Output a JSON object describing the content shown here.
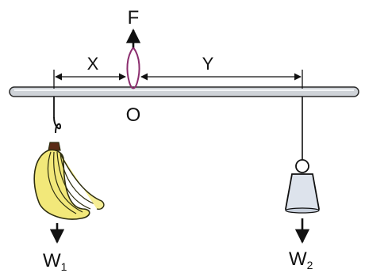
{
  "labels": {
    "force": "F",
    "fulcrum": "O",
    "left_distance": "X",
    "right_distance": "Y",
    "weight_left_base": "W",
    "weight_left_sub": "1",
    "weight_right_base": "W",
    "weight_right_sub": "2"
  },
  "colors": {
    "rod": "#cfd3d8",
    "rod_outline": "#2b2b2b",
    "loop": "#8b2d6e",
    "banana": "#f2e87a",
    "banana_outline": "#2e2e10",
    "stem": "#5a2a14",
    "weight_fill": "#dde3ec",
    "ink": "#111111"
  },
  "icons": {
    "left_load": "banana-bunch",
    "right_load": "hanging-weight"
  }
}
